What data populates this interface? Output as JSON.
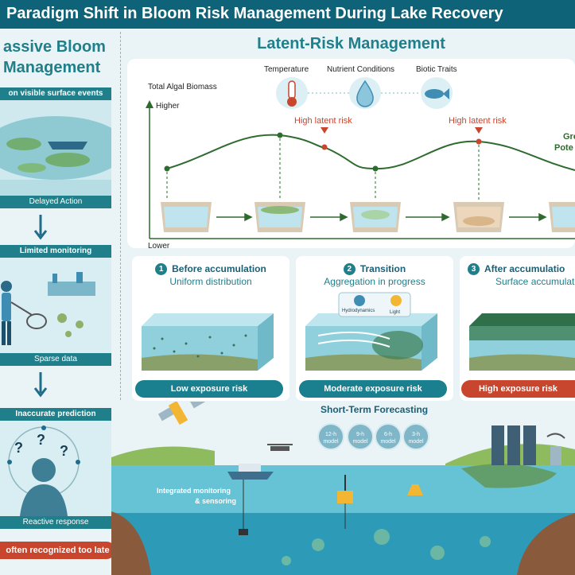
{
  "title": "Paradigm Shift in Bloom Risk Management During Lake Recovery",
  "left": {
    "title_line1": "assive Bloom",
    "title_line2": "Management",
    "bar1": "on visible surface events",
    "cap1": "Delayed Action",
    "bar2": "Limited monitoring",
    "cap2": "Sparse data",
    "bar3": "Inaccurate prediction",
    "cap3": "Reactive response",
    "bottom": "often recognized too late"
  },
  "right": {
    "title": "Latent-Risk Management",
    "chart": {
      "ylabel": "Total Algal Biomass",
      "higher": "Higher",
      "lower": "Lower",
      "drivers": [
        "Temperature",
        "Nutrient Conditions",
        "Biotic Traits"
      ],
      "risk_label_1": "High latent risk",
      "risk_label_2": "High latent risk",
      "side_label_1": "Gre",
      "side_label_2": "Pote"
    },
    "cards": [
      {
        "num": "1",
        "title": "Before accumulation",
        "subtitle": "Uniform distribution"
      },
      {
        "num": "2",
        "title": "Transition",
        "subtitle": "Aggregation in progress",
        "tag_a": "Hydrodynamics",
        "tag_b": "Light"
      },
      {
        "num": "3",
        "title": "After accumulatio",
        "subtitle": "Surface accumulati"
      }
    ],
    "pills": [
      "Low exposure risk",
      "Moderate exposure risk",
      "High exposure risk"
    ],
    "forecast_title": "Short-Term Forecasting",
    "models": [
      [
        "12-h",
        "model"
      ],
      [
        "9-h",
        "model"
      ],
      [
        "6-h",
        "model"
      ],
      [
        "3-h",
        "model"
      ]
    ],
    "monitoring_line1": "Integrated monitoring",
    "monitoring_line2": "& sensoring"
  },
  "colors": {
    "header": "#0f6378",
    "teal": "#1f7f8a",
    "curve": "#2e6b2e",
    "risk": "#c8452e",
    "pill_teal": "#1a7f8f",
    "pill_red": "#c8452e"
  }
}
